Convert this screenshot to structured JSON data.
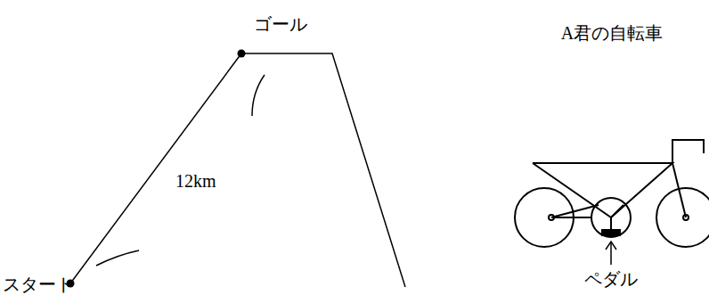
{
  "diagram": {
    "labels": [
      "ゴール",
      "12km",
      "スタート",
      "A君の自転車",
      "ペダル"
    ]
  }
}
